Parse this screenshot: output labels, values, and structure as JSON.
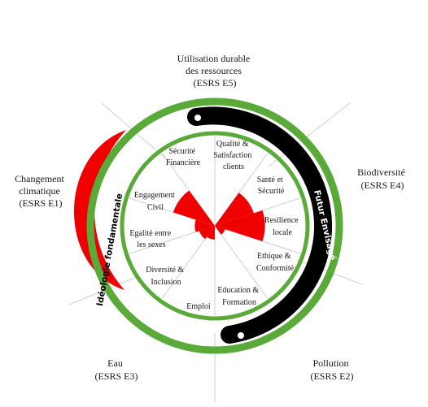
{
  "colors": {
    "green": "#5aaa3a",
    "red": "#f00000",
    "black": "#000000",
    "text": "#1a1a1a",
    "line": "#cfcfcf"
  },
  "outer_labels": {
    "top": {
      "line1": "Utilisation durable",
      "line2": "des ressources",
      "line3": "(ESRS E5)"
    },
    "left": {
      "line1": "Changement",
      "line2": "climatique",
      "line3": "(ESRS E1)"
    },
    "right": {
      "line1": "Biodiversité",
      "line2": "(ESRS E4)"
    },
    "bottom_left": {
      "line1": "Eau",
      "line2": "(ESRS E3)"
    },
    "bottom_right": {
      "line1": "Pollution",
      "line2": "(ESRS E2)"
    }
  },
  "band_labels": {
    "left": "Idéologie fondamentale",
    "right": "Futur Envisagé"
  },
  "segments": [
    {
      "label_lines": [
        "Qualité &",
        "Satisfaction",
        "clients"
      ]
    },
    {
      "label_lines": [
        "Santé et",
        "Sécurité"
      ]
    },
    {
      "label_lines": [
        "Resilience",
        "locale"
      ]
    },
    {
      "label_lines": [
        "Ethique &",
        "Conformité"
      ]
    },
    {
      "label_lines": [
        "Education &",
        "Formation"
      ]
    },
    {
      "label_lines": [
        "Emploi"
      ]
    },
    {
      "label_lines": [
        "Diversité &",
        "Inclusion"
      ]
    },
    {
      "label_lines": [
        "Egalité entre",
        "les sexes"
      ]
    },
    {
      "label_lines": [
        "Engagement",
        "Civil"
      ]
    },
    {
      "label_lines": [
        "Sécurité",
        "Financière"
      ]
    }
  ],
  "segment_scores": [
    0,
    0.45,
    0.55,
    0.12,
    0,
    0.15,
    0.18,
    0.22,
    0.48,
    0
  ]
}
